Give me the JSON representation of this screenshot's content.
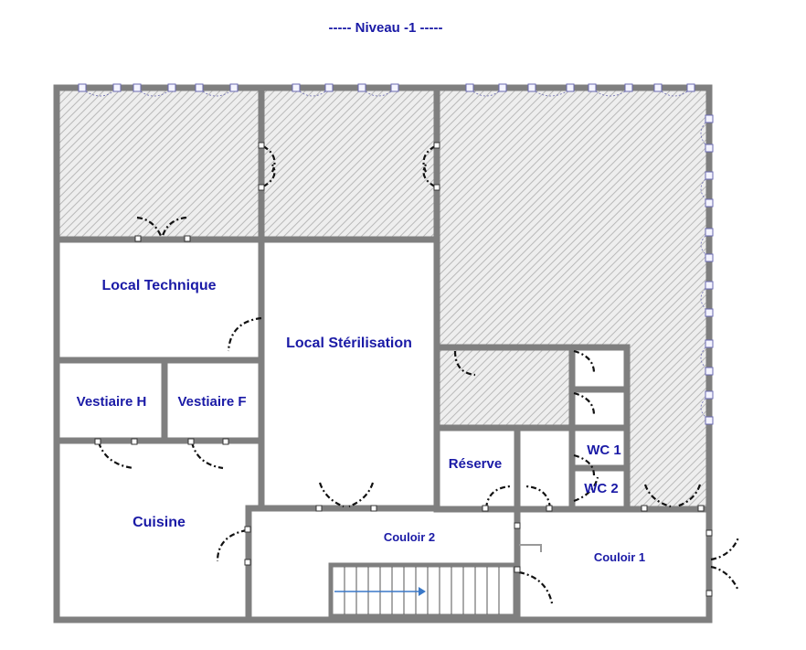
{
  "title": "-----  Niveau -1  -----",
  "rooms": {
    "local_technique": "Local Technique",
    "local_sterilisation": "Local Stérilisation",
    "vestiaire_h": "Vestiaire H",
    "vestiaire_f": "Vestiaire F",
    "cuisine": "Cuisine",
    "reserve": "Réserve",
    "wc1": "WC 1",
    "wc2": "WC 2",
    "couloir1": "Couloir 1",
    "couloir2": "Couloir 2"
  },
  "colors": {
    "wall": "#7f7f7f",
    "label": "#1a1aa6",
    "hatch": "#b9b9b9",
    "stair_arrow": "#3a78c8"
  }
}
